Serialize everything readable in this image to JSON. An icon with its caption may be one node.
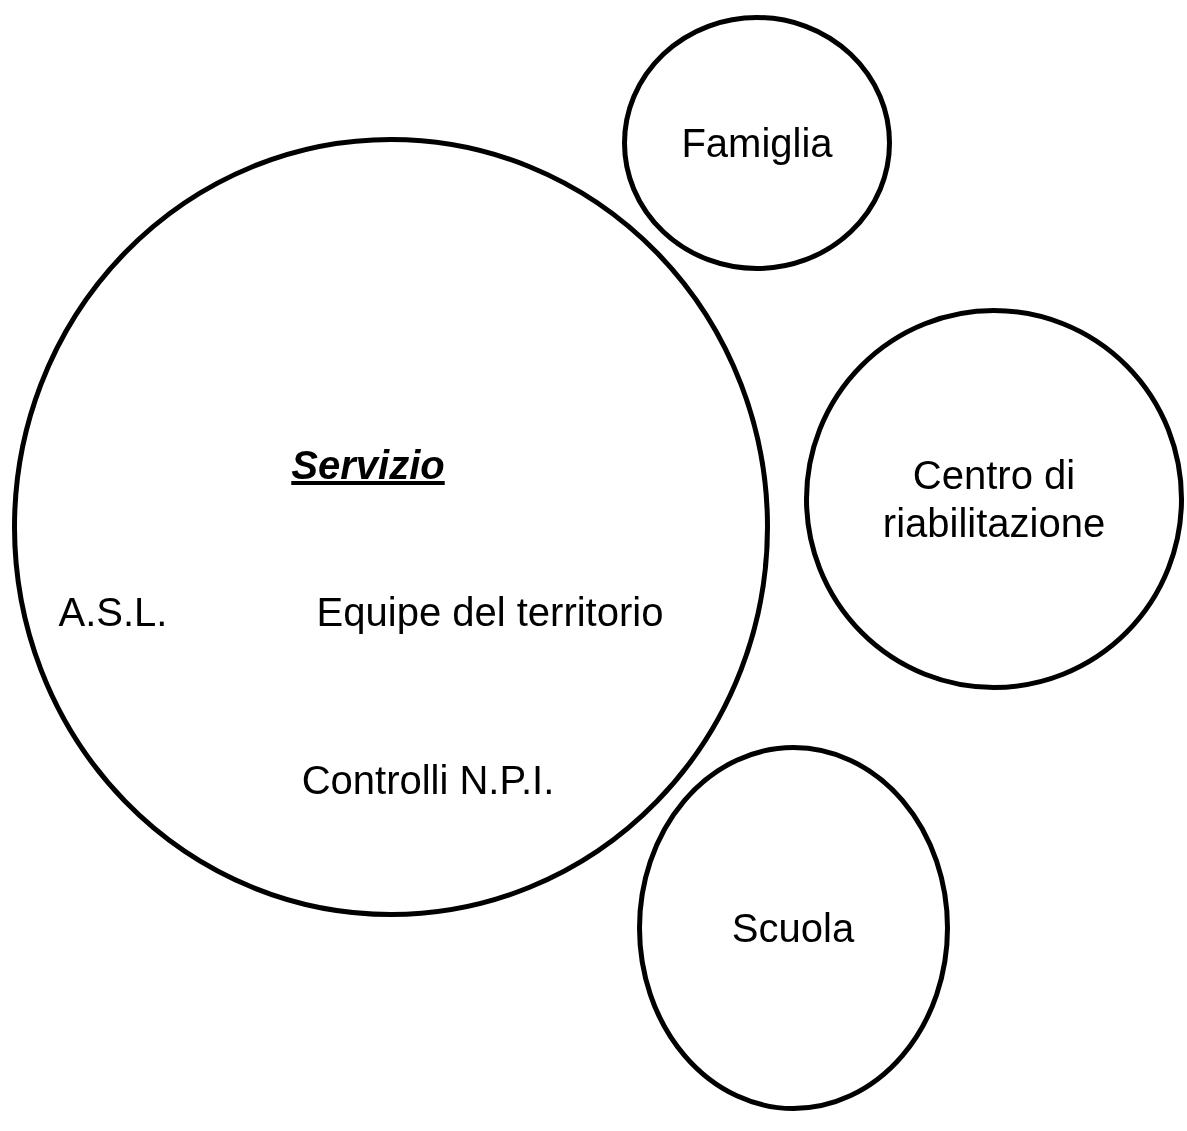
{
  "diagram": {
    "nodes": [
      {
        "text": [
          "Servizio",
          "A.S.L.",
          "Equipe del territorio",
          "Controlli N.P.I."
        ]
      },
      {
        "text": [
          "Famiglia"
        ]
      },
      {
        "text": [
          "Centro di riabilitazione"
        ]
      },
      {
        "text": [
          "Scuola"
        ]
      }
    ]
  }
}
